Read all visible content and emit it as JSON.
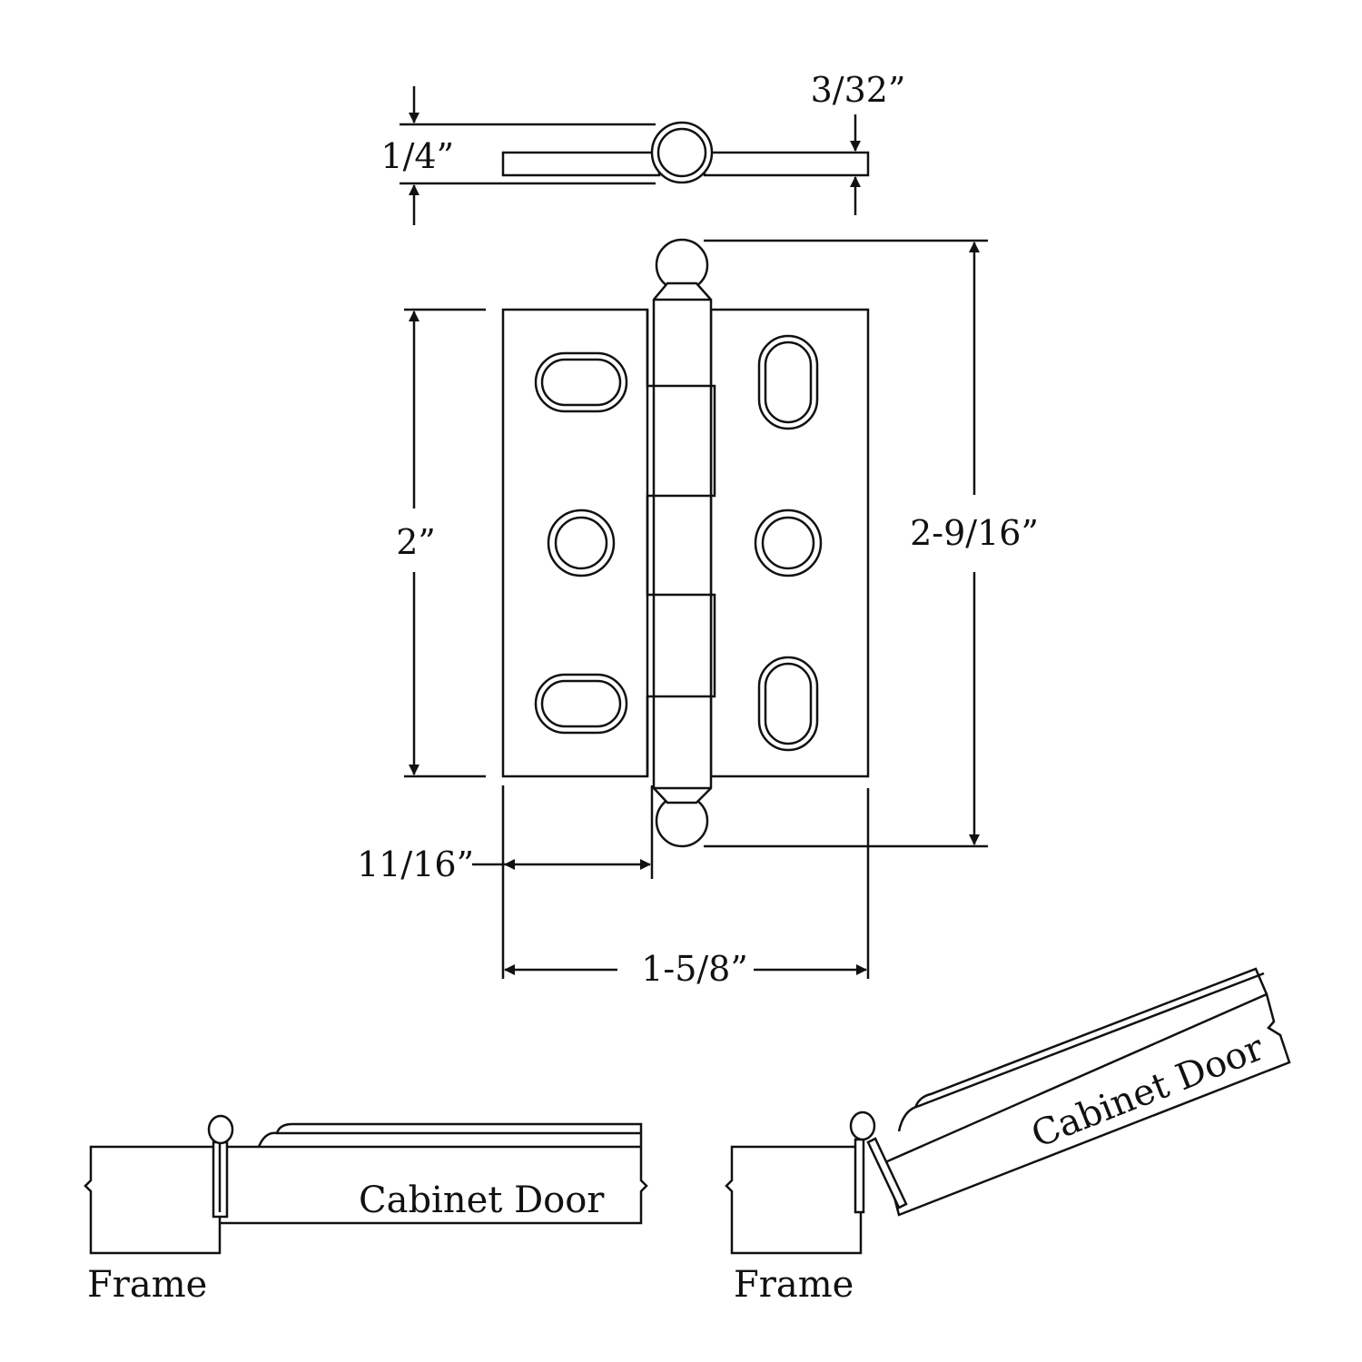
{
  "dimensions": {
    "thickness_closed": "1/4”",
    "leaf_thickness": "3/32”",
    "leaf_height": "2”",
    "overall_height": "2-9/16”",
    "leaf_width": "11/16”",
    "overall_width": "1-5/8”"
  },
  "closed_view": {
    "frame_label": "Frame",
    "door_label": "Cabinet Door"
  },
  "open_view": {
    "frame_label": "Frame",
    "door_label": "Cabinet Door"
  },
  "colors": {
    "line": "#111111",
    "background": "#ffffff"
  }
}
